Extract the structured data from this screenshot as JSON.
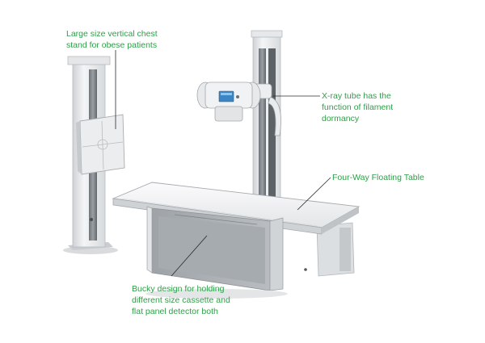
{
  "figure": {
    "background": "#ffffff",
    "callout_color": "#2e9e48",
    "leader_color": "#2b2b2b"
  },
  "callouts": {
    "chest_stand": "Large size vertical chest\nstand for obese patients",
    "xray_tube": "X-ray tube has the\nfunction of filament\ndormancy",
    "table": "Four-Way Floating Table",
    "bucky": "Bucky design for holding\ndifferent size cassette and\nflat panel detector both"
  },
  "components": [
    "vertical-chest-stand",
    "tube-column",
    "x-ray-tube-head",
    "floating-table",
    "bucky-cabinet"
  ]
}
